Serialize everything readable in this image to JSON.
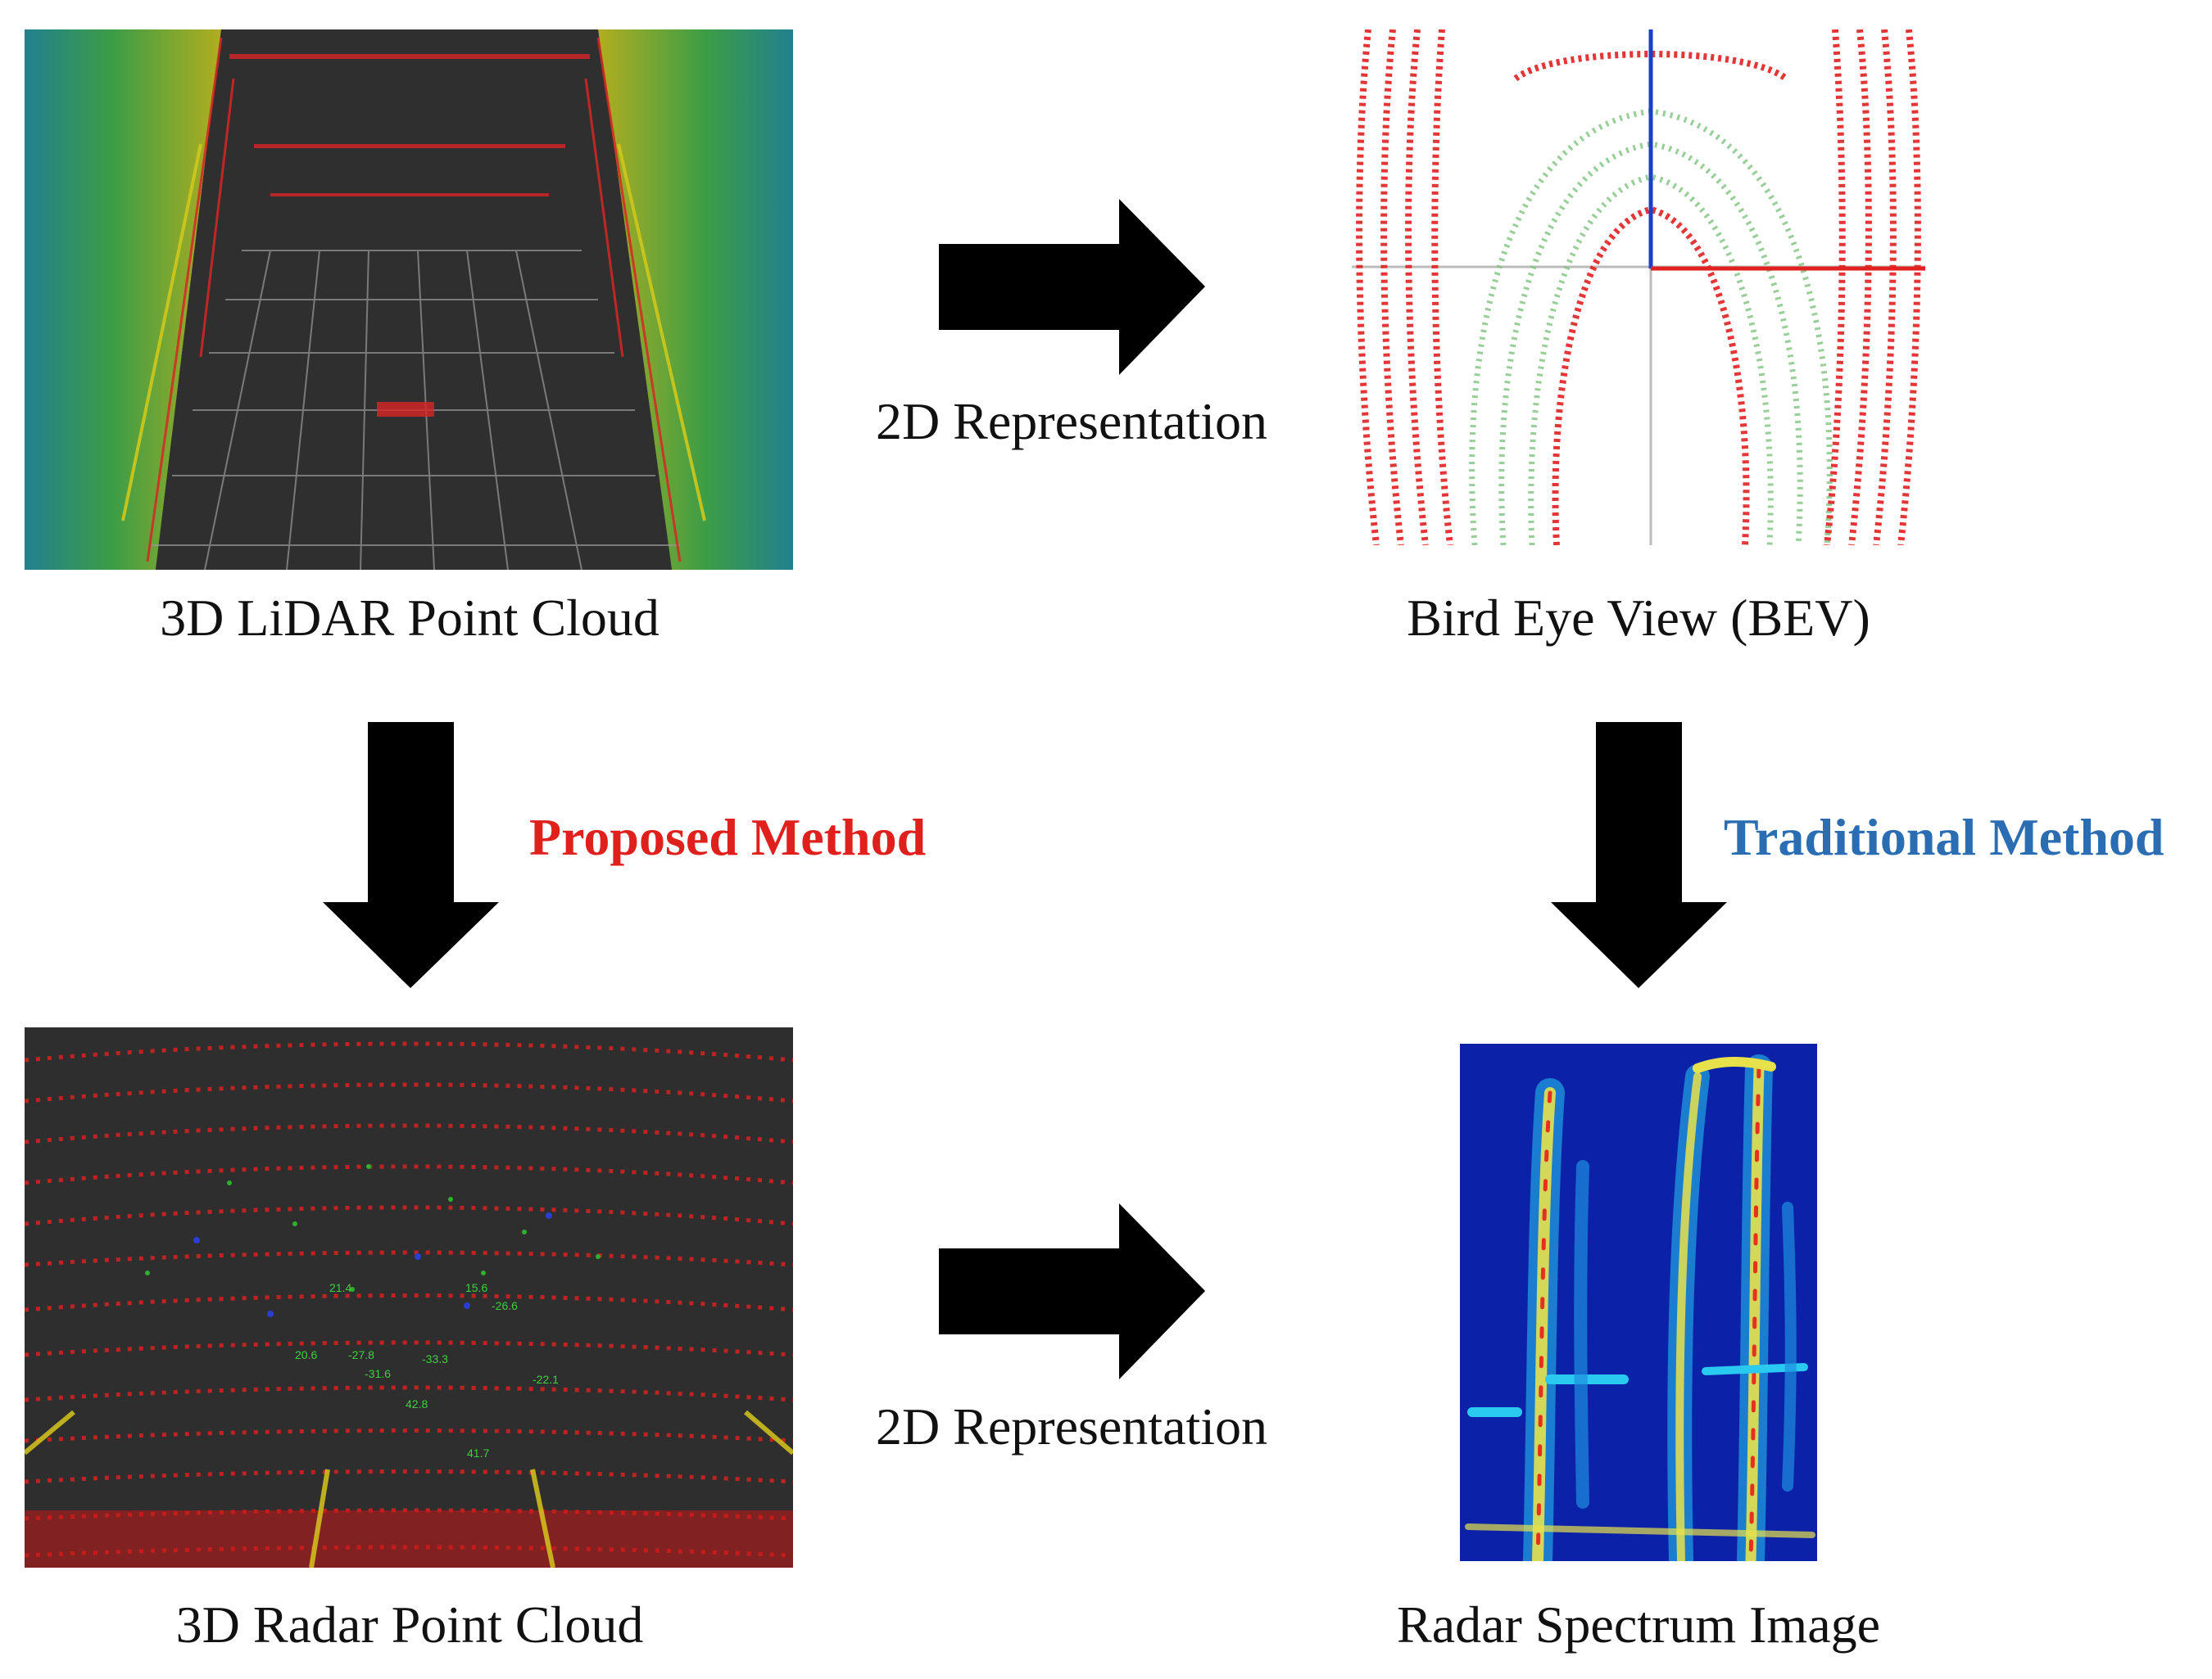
{
  "panels": {
    "lidar": {
      "caption": "3D LiDAR Point Cloud"
    },
    "bev": {
      "caption": "Bird Eye View (BEV)"
    },
    "radar_point_cloud": {
      "caption": "3D Radar Point Cloud"
    },
    "radar_spectrum": {
      "caption": "Radar Spectrum Image"
    }
  },
  "arrows": {
    "top_label": "2D Representation",
    "bottom_label": "2D Representation",
    "proposed_label": "Proposed Method",
    "traditional_label": "Traditional Method"
  },
  "radar_readouts": [
    "21.4",
    "15.6",
    "-26.6",
    "-22.1",
    "42.8",
    "-31.6",
    "41.7",
    "-33.3",
    "20.6",
    "-27.8"
  ],
  "colors": {
    "proposed": "#e0201c",
    "traditional": "#2a6db3",
    "arrow": "#000000",
    "point_red": "#e02020",
    "point_green": "#3fae3f"
  }
}
